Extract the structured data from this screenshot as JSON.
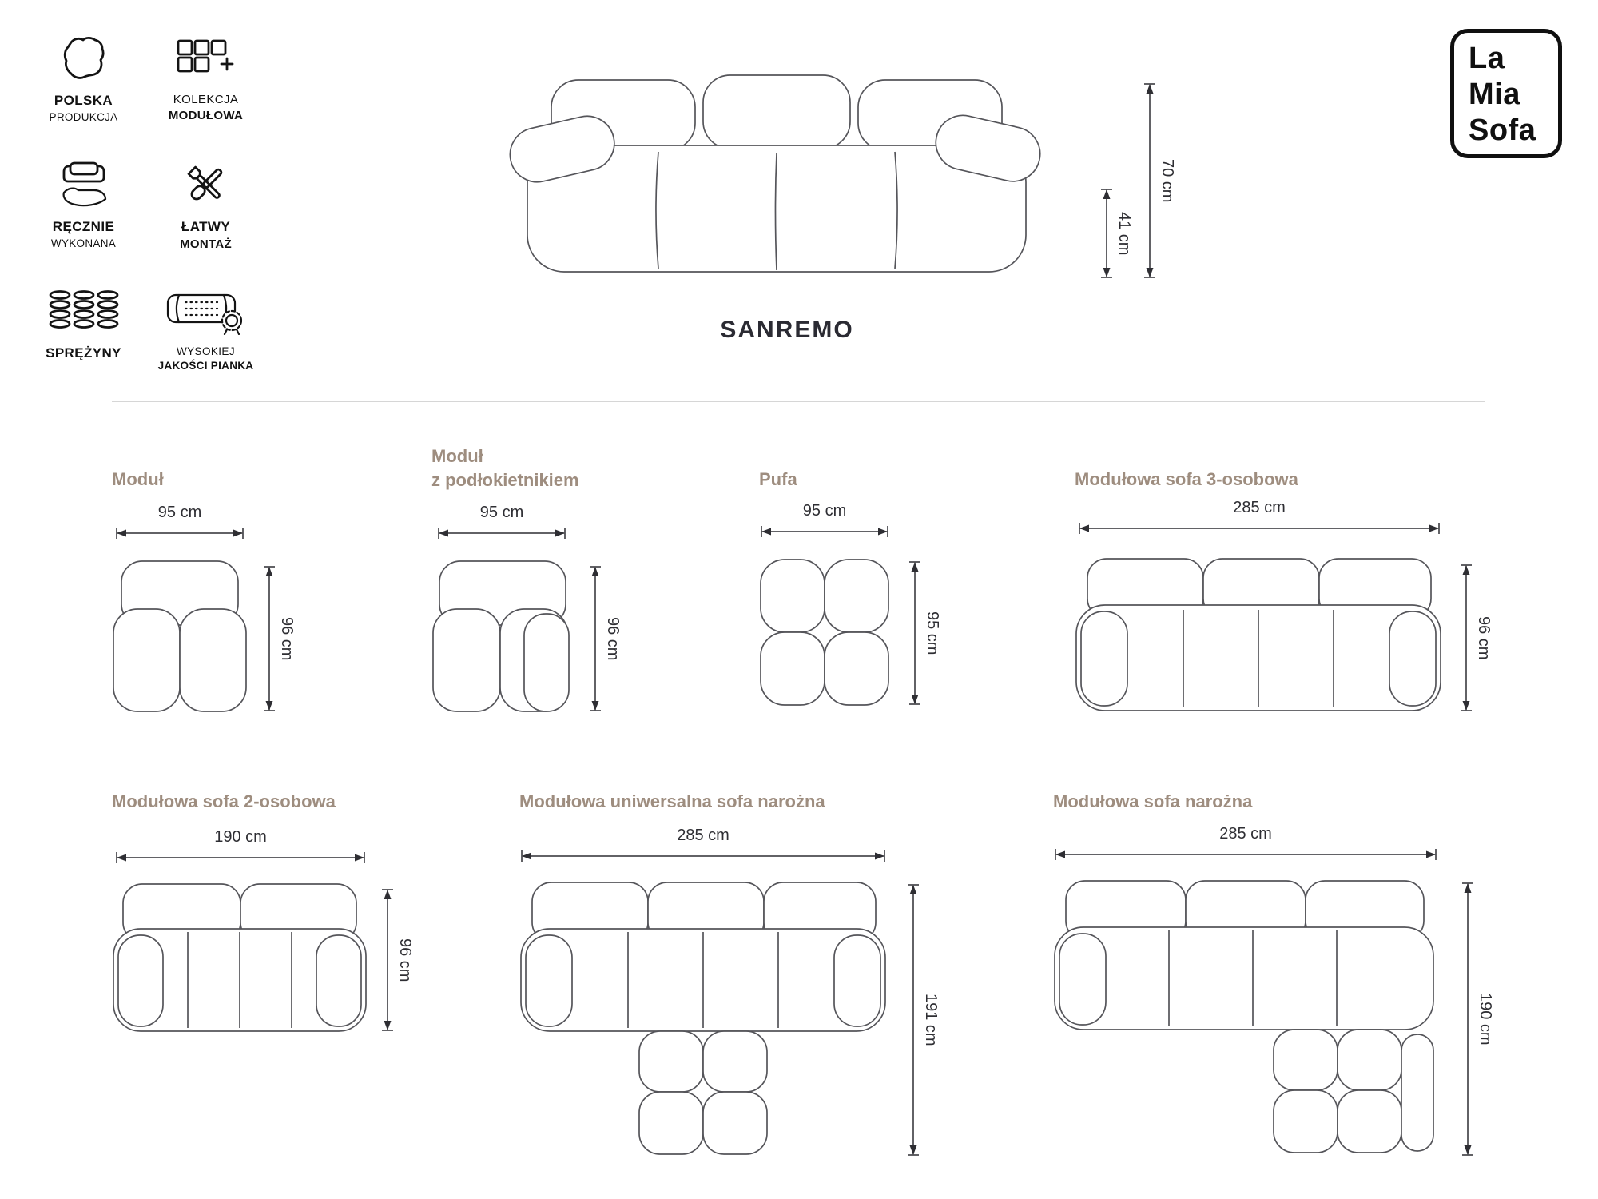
{
  "colors": {
    "accent_title": "#9e8d7f",
    "drawing_line": "#55555a",
    "dimension_text": "#2e2e33"
  },
  "logo": {
    "lines": [
      "La",
      "Mia",
      "Sofa"
    ]
  },
  "features": [
    {
      "line1": "POLSKA",
      "line2": "PRODUKCJA"
    },
    {
      "line1": "KOLEKCJA",
      "line2": "MODUŁOWA"
    },
    {
      "line1": "RĘCZNIE",
      "line2": "WYKONANA"
    },
    {
      "line1": "ŁATWY",
      "line2": "MONTAŻ"
    },
    {
      "line1": "SPRĘŻYNY",
      "line2": ""
    },
    {
      "line1": "WYSOKIEJ",
      "line2": "JAKOŚCI PIANKA"
    }
  ],
  "product": {
    "name": "SANREMO",
    "total_height": "70 cm",
    "seat_height": "41 cm"
  },
  "modules": [
    {
      "name1": "Moduł",
      "name2": "",
      "width": "95 cm",
      "depth": "96 cm"
    },
    {
      "name1": "Moduł",
      "name2": "z podłokietnikiem",
      "width": "95 cm",
      "depth": "96 cm"
    },
    {
      "name1": "Pufa",
      "name2": "",
      "width": "95 cm",
      "depth": "95 cm"
    },
    {
      "name1": "Modułowa sofa 3-osobowa",
      "name2": "",
      "width": "285 cm",
      "depth": "96 cm"
    },
    {
      "name1": "Modułowa sofa 2-osobowa",
      "name2": "",
      "width": "190 cm",
      "depth": "96 cm"
    },
    {
      "name1": "Modułowa uniwersalna sofa narożna",
      "name2": "",
      "width": "285 cm",
      "depth": "191 cm"
    },
    {
      "name1": "Modułowa sofa narożna",
      "name2": "",
      "width": "285 cm",
      "depth": "190 cm"
    }
  ]
}
